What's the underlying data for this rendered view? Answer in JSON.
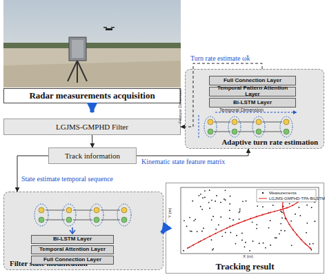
{
  "diagram": {
    "nodes": [
      {
        "text": [
          "Radar measurements acquisition"
        ]
      },
      {
        "text": [
          "LGJMS-GMPHD Filter"
        ]
      },
      {
        "text": [
          "Track information"
        ]
      },
      {
        "text": [
          "Adaptive turn rate estimation"
        ]
      },
      {
        "text": [
          "Full Connection Layer"
        ],
        "in": 3
      },
      {
        "text": [
          "Temporal Pattern Attention Layer"
        ],
        "in": 3
      },
      {
        "text": [
          "Bi-LSTM Layer"
        ],
        "in": 3
      },
      {
        "text": [
          "Filter state modification"
        ]
      },
      {
        "text": [
          "Bi-LSTM Layer"
        ],
        "in": 7
      },
      {
        "text": [
          "Temporal Attention Layer"
        ],
        "in": 7
      },
      {
        "text": [
          "Full Connection Layer"
        ],
        "in": 7
      },
      {
        "text": [
          "Tracking result"
        ]
      }
    ],
    "edges": [
      {
        "from": 0,
        "to": 1,
        "arrow": "to"
      },
      {
        "from": 1,
        "to": 2,
        "arrow": "to"
      },
      {
        "from": 2,
        "to": 3,
        "label": "Kinematic state feature matrix",
        "arrow": "to"
      },
      {
        "from": 3,
        "to": 1,
        "label": "Turn rate estimate ω̃k",
        "arrow": "to"
      },
      {
        "from": 2,
        "to": 7,
        "label": "State estimate temporal sequence",
        "arrow": "to"
      },
      {
        "from": 7,
        "to": 11,
        "arrow": "to"
      }
    ],
    "labels": [
      "Temporal Dimension",
      "Feature Dimension",
      "Y (m)",
      "X (m)"
    ],
    "legend": [
      {
        "text": "Measurements"
      },
      {
        "text": "LGJMS-GMPHD-TPA-BiLSTM"
      }
    ]
  }
}
